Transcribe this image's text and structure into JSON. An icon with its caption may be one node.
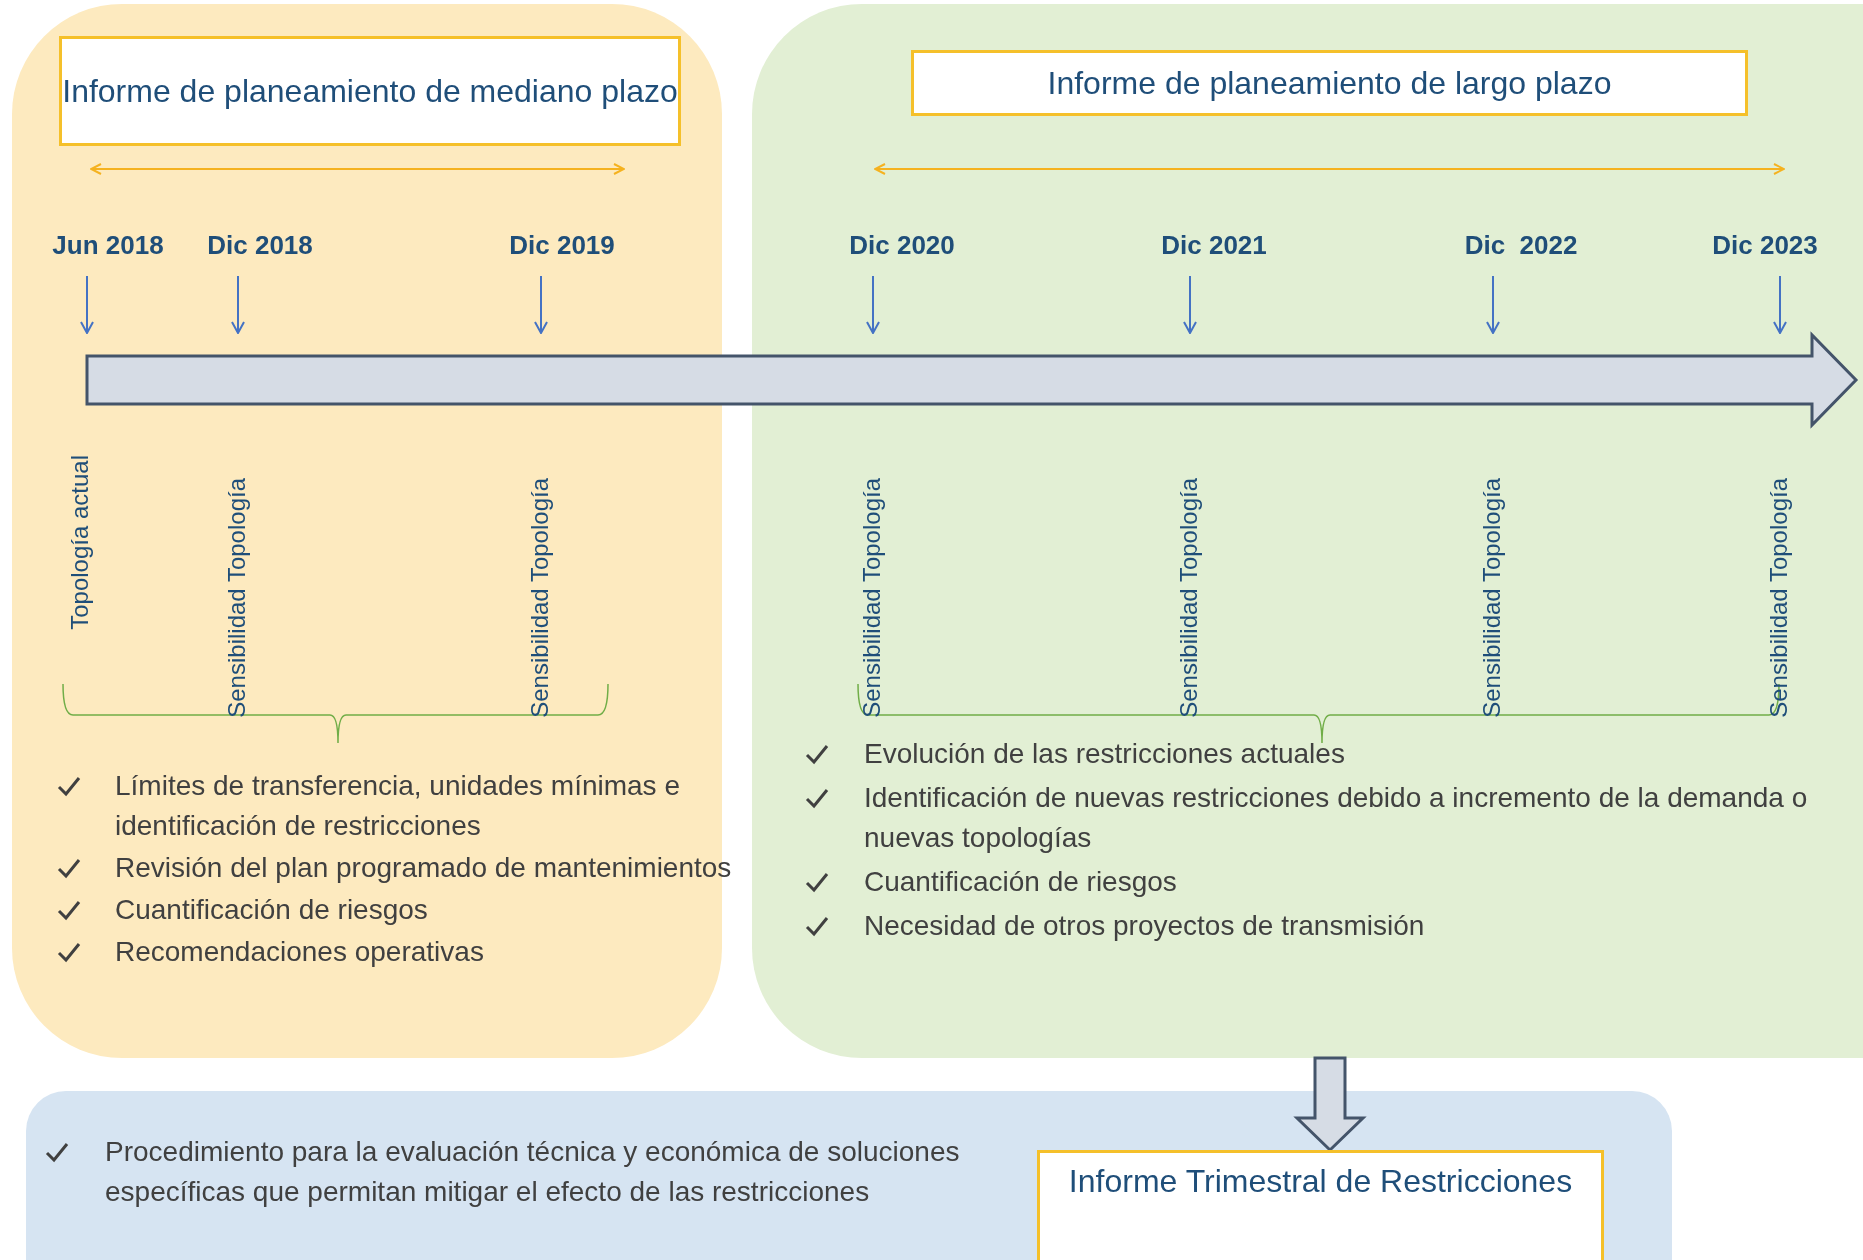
{
  "diagram": {
    "nodes": [
      {
        "text": [
          "Límites de transferencia, unidades mínimas e identificación de restricciones",
          "Revisión del plan programado de mantenimientos",
          "Cuantificación de riesgos",
          "Recomendaciones operativas"
        ]
      },
      {
        "text": [
          "Informe de planeamiento de mediano plazo"
        ],
        "in": 0
      },
      {
        "text": [
          "Evolución de las restricciones actuales",
          "Identificación de nuevas restricciones debido a incremento de la demanda o nuevas topologías",
          "Cuantificación de riesgos",
          "Necesidad de otros proyectos de transmisión"
        ]
      },
      {
        "text": [
          "Informe de planeamiento de largo plazo"
        ],
        "in": 2
      },
      {
        "text": [
          "Procedimiento para la evaluación técnica y económica de soluciones específicas que permitan mitigar el efecto de las restricciones"
        ]
      },
      {
        "text": [
          "Informe Trimestral de Restricciones"
        ],
        "in": 4
      }
    ],
    "edges": [
      {
        "from": 2,
        "to": 5,
        "arrow": "to"
      }
    ],
    "labels": [
      "Jun 2018",
      "Dic 2018",
      "Dic 2019",
      "Dic 2020",
      "Dic 2021",
      "Dic  2022",
      "Dic 2023",
      "Topología actual",
      "Sensibilidad Topología",
      "Sensibilidad Topología",
      "Sensibilidad Topología",
      "Sensibilidad Topología",
      "Sensibilidad Topología",
      "Sensibilidad Topología"
    ]
  }
}
